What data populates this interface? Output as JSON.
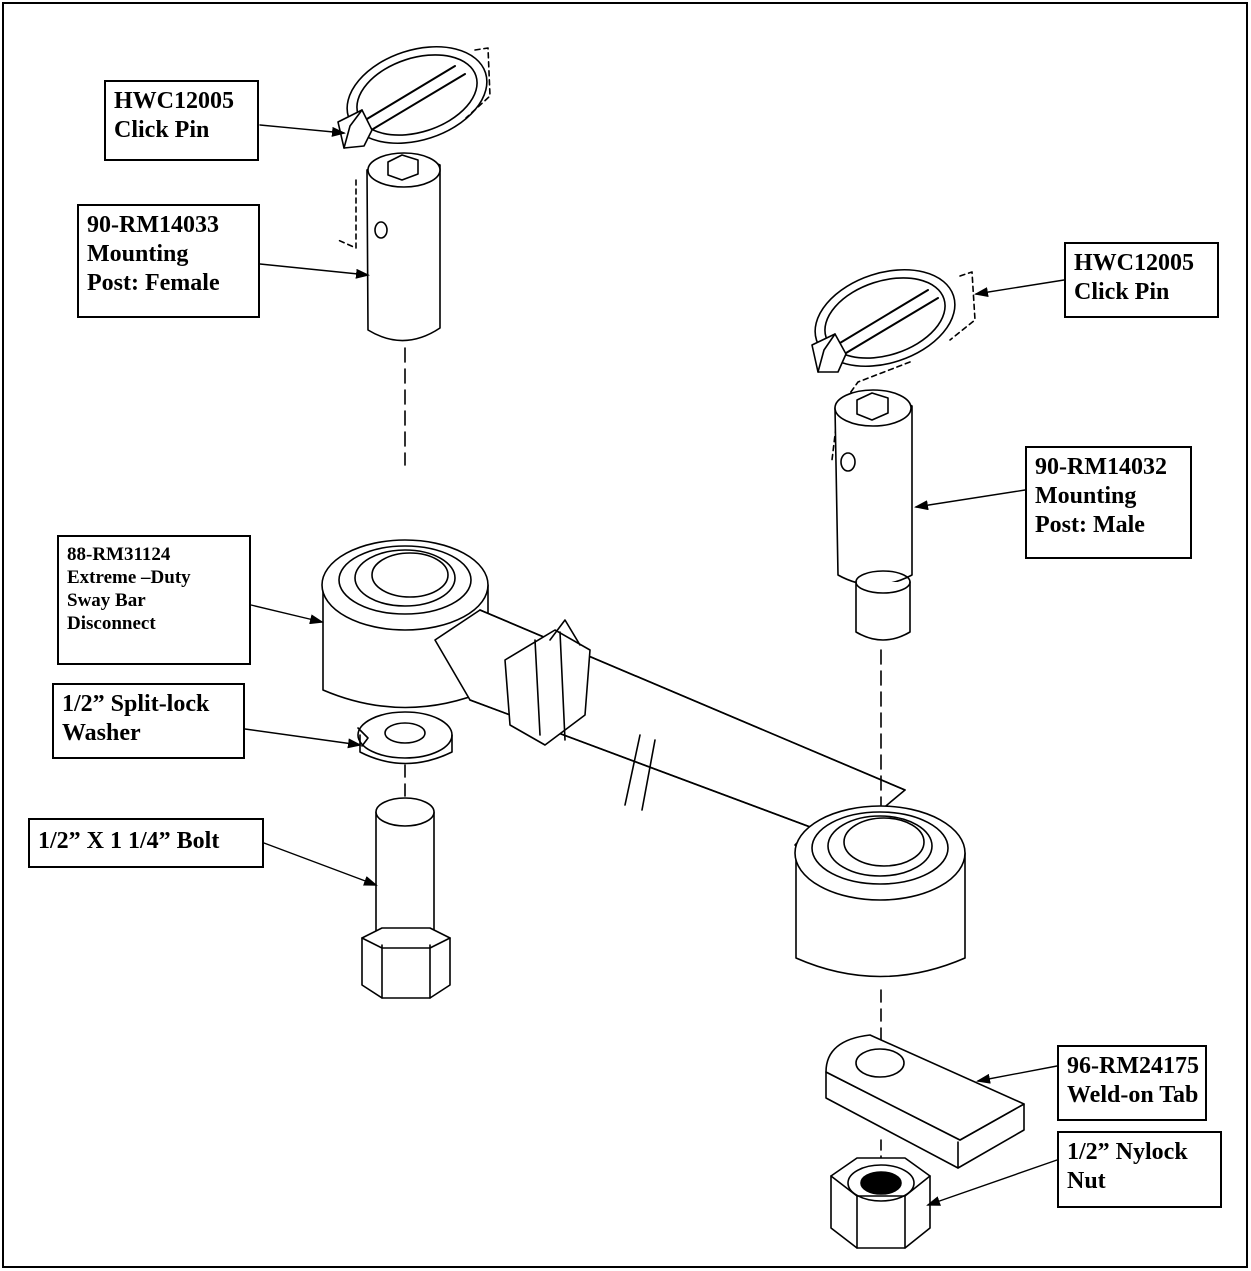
{
  "diagram": {
    "parts": [
      {
        "id": "clickpin-left",
        "lines": [
          "HWC12005",
          "Click Pin"
        ]
      },
      {
        "id": "female-post",
        "lines": [
          "90-RM14033",
          "Mounting",
          "Post: Female"
        ]
      },
      {
        "id": "clickpin-right",
        "lines": [
          "HWC12005",
          "Click Pin"
        ]
      },
      {
        "id": "male-post",
        "lines": [
          "90-RM14032",
          "Mounting",
          "Post: Male"
        ]
      },
      {
        "id": "disconnect",
        "lines": [
          "88-RM31124",
          "Extreme –Duty",
          "Sway Bar",
          "Disconnect"
        ]
      },
      {
        "id": "washer",
        "lines": [
          "1/2” Split-lock",
          "Washer"
        ]
      },
      {
        "id": "bolt",
        "lines": [
          "1/2” X 1 1/4” Bolt"
        ]
      },
      {
        "id": "weld-tab",
        "lines": [
          "96-RM24175",
          "Weld-on Tab"
        ]
      },
      {
        "id": "nylock-nut",
        "lines": [
          "1/2” Nylock",
          "Nut"
        ]
      }
    ]
  },
  "colors": {
    "ink": "#000000",
    "paper": "#ffffff"
  }
}
